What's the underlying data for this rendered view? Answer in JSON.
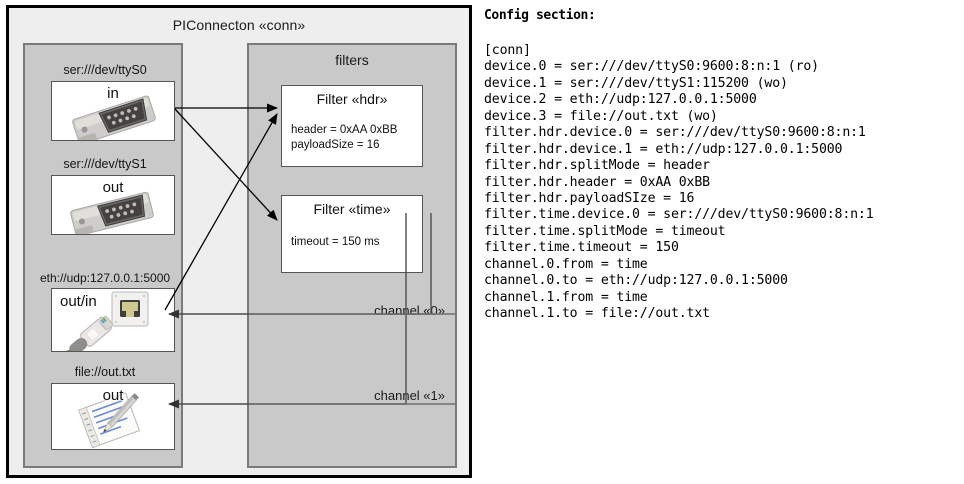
{
  "diagram": {
    "title": "PIConnecton «conn»",
    "devices_panel": {
      "name": "devices",
      "items": [
        {
          "label": "ser:///dev/ttyS0",
          "io": "in",
          "icon": "serial-db9-connector-icon",
          "align": "center"
        },
        {
          "label": "ser:///dev/ttyS1",
          "io": "out",
          "icon": "serial-db9-connector-icon",
          "align": "center"
        },
        {
          "label": "eth://udp:127.0.0.1:5000",
          "io": "out/in",
          "icon": "ethernet-rj45-icon",
          "align": "left"
        },
        {
          "label": "file://out.txt",
          "io": "out",
          "icon": "notepad-pencil-icon",
          "align": "center"
        }
      ]
    },
    "filters_panel": {
      "title": "filters",
      "filters": [
        {
          "title": "Filter «hdr»",
          "props": [
            "header = 0xAA 0xBB",
            "payloadSize = 16"
          ]
        },
        {
          "title": "Filter «time»",
          "props": [
            "timeout = 150 ms"
          ]
        }
      ],
      "channels": [
        {
          "label": "channel «0»"
        },
        {
          "label": "channel «1»"
        }
      ]
    },
    "colors": {
      "frame_fill": "#eeeeee",
      "frame_border": "#000000",
      "panel_fill": "#c9c9c9",
      "panel_border": "#7a7a7a",
      "box_fill": "#ffffff",
      "box_border": "#555555",
      "arrow": "#000000",
      "channel_line": "#4d4d4d"
    }
  },
  "config": {
    "heading": "Config section:",
    "lines": [
      "[conn]",
      "device.0 = ser:///dev/ttyS0:9600:8:n:1 (ro)",
      "device.1 = ser:///dev/ttyS1:115200 (wo)",
      "device.2 = eth://udp:127.0.0.1:5000",
      "device.3 = file://out.txt (wo)",
      "filter.hdr.device.0 = ser:///dev/ttyS0:9600:8:n:1",
      "filter.hdr.device.1 = eth://udp:127.0.0.1:5000",
      "filter.hdr.splitMode = header",
      "filter.hdr.header = 0xAA 0xBB",
      "filter.hdr.payloadSIze = 16",
      "filter.time.device.0 = ser:///dev/ttyS0:9600:8:n:1",
      "filter.time.splitMode = timeout",
      "filter.time.timeout = 150",
      "channel.0.from = time",
      "channel.0.to = eth://udp:127.0.0.1:5000",
      "channel.1.from = time",
      "channel.1.to = file://out.txt"
    ]
  }
}
